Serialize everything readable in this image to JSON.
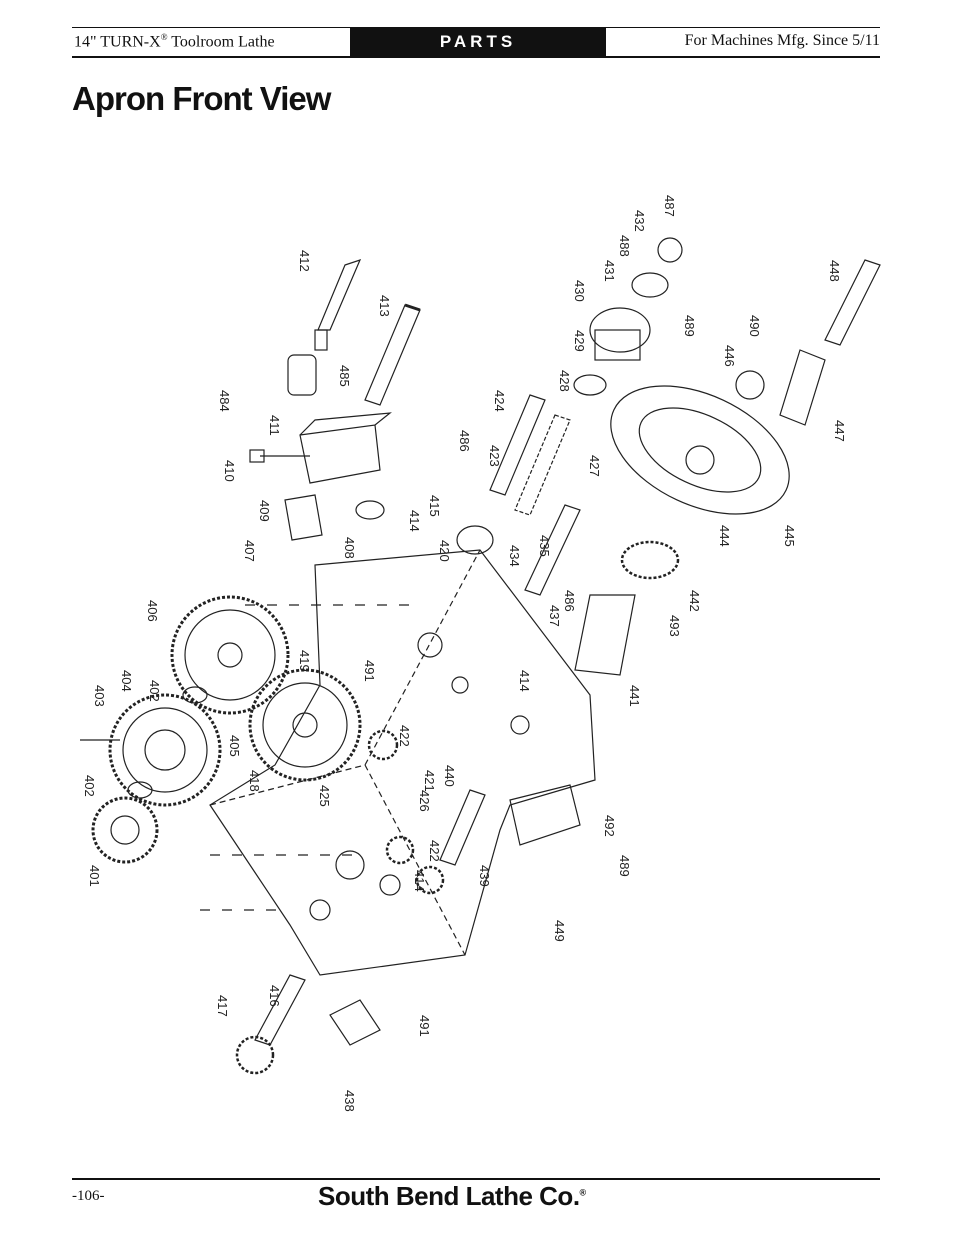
{
  "header": {
    "left_main": "14\" TURN-X",
    "left_reg": "®",
    "left_tail": " Toolroom Lathe",
    "section": "PARTS",
    "right": "For Machines Mfg. Since 5/11"
  },
  "page_title": "Apron Front View",
  "diagram": {
    "part_labels": [
      "401",
      "402",
      "402",
      "403",
      "404",
      "405",
      "406",
      "407",
      "408",
      "409",
      "410",
      "411",
      "412",
      "413",
      "414",
      "414",
      "414",
      "415",
      "416",
      "417",
      "418",
      "419",
      "420",
      "421",
      "422",
      "422",
      "423",
      "424",
      "425",
      "426",
      "427",
      "428",
      "429",
      "430",
      "431",
      "432",
      "434",
      "435",
      "437",
      "438",
      "439",
      "440",
      "441",
      "442",
      "444",
      "445",
      "446",
      "447",
      "448",
      "449",
      "484",
      "485",
      "486",
      "486",
      "487",
      "488",
      "489",
      "489",
      "490",
      "491",
      "491",
      "492",
      "493"
    ]
  },
  "footer": {
    "page_number": "-106-",
    "brand": "South Bend Lathe Co.",
    "brand_reg": "®"
  }
}
